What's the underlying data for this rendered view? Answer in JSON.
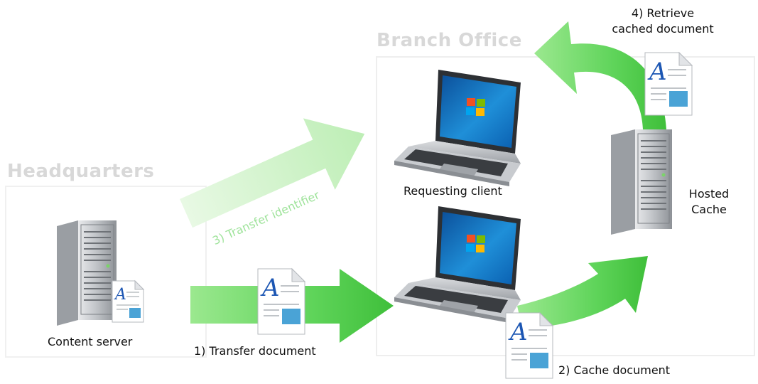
{
  "zones": {
    "headquarters": "Headquarters",
    "branch_office": "Branch Office"
  },
  "nodes": {
    "content_server": "Content server",
    "requesting_client": "Requesting client",
    "hosted_cache_line1": "Hosted",
    "hosted_cache_line2": "Cache"
  },
  "steps": {
    "step1": "1) Transfer document",
    "step2": "2) Cache document",
    "step3": "3) Transfer identifier",
    "step4_line1": "4) Retrieve",
    "step4_line2": "cached document"
  },
  "colors": {
    "arrow_green": "#5fd45a",
    "arrow_faded": "#c9f2c2",
    "zone_title": "#d8d8d8",
    "screen_blue": "#1f8fd8"
  },
  "icons": [
    "server-icon",
    "laptop-icon",
    "document-icon",
    "arrow-icon"
  ]
}
